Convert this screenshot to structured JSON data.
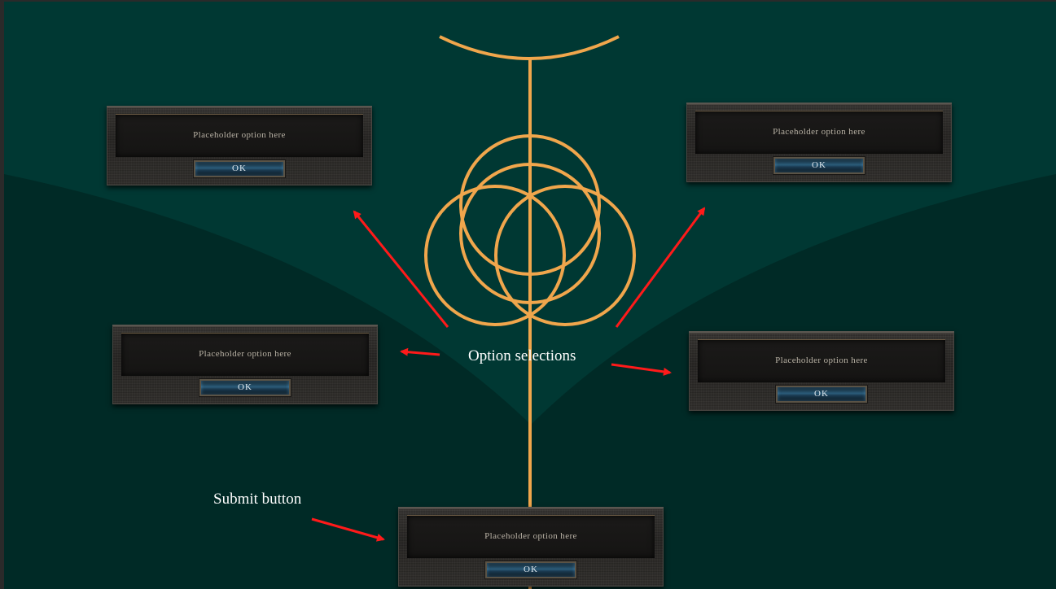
{
  "annotations": {
    "option_selections": "Option selections",
    "submit_button": "Submit button"
  },
  "panels": [
    {
      "text": "Placeholder option here",
      "button": "OK"
    },
    {
      "text": "Placeholder option here",
      "button": "OK"
    },
    {
      "text": "Placeholder option here",
      "button": "OK"
    },
    {
      "text": "Placeholder option here",
      "button": "OK"
    },
    {
      "text": "Placeholder option here",
      "button": "OK"
    }
  ],
  "colors": {
    "background": "#003833",
    "shadow_region": "#002a26",
    "emblem": "#f0a64c",
    "arrow": "#ff1a1a",
    "ok_button": "#2b5c7a"
  }
}
